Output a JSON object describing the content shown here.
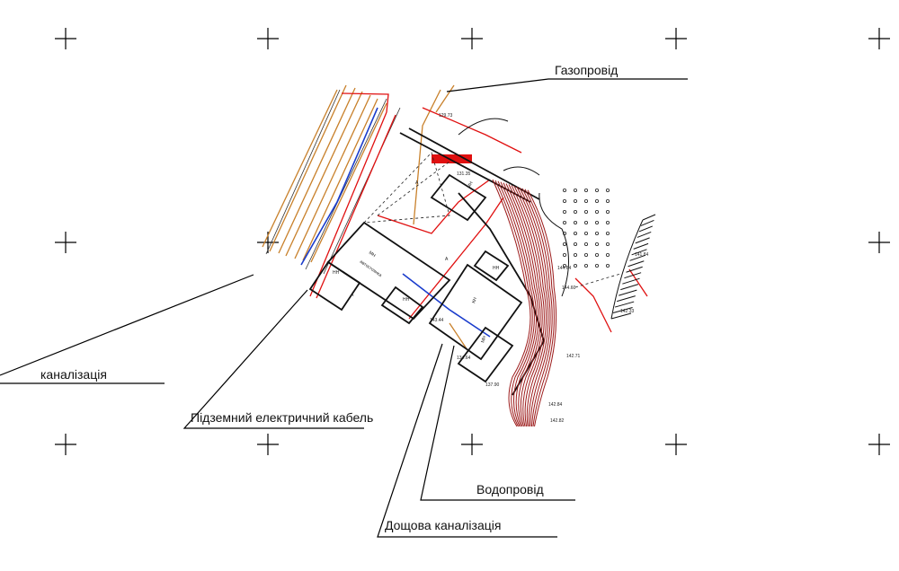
{
  "labels": {
    "gas": "Газопровід",
    "sewer": "каналізація",
    "cable": "Підземний електричний кабель",
    "water": "Водопровід",
    "storm": "Дощова каналізація"
  },
  "plan": {
    "parking_code": "МН",
    "parking_name": "автостоянка",
    "building_codes": [
      "НН",
      "НН",
      "МН",
      "КН",
      "МН",
      "НН",
      "А",
      "А",
      "А"
    ],
    "elevations": [
      "129.73",
      "131.35",
      "144.64",
      "144.60",
      "142.71",
      "142.84",
      "142.82",
      "141.84",
      "142.33",
      "137.90",
      "134.64",
      "143.44"
    ]
  },
  "colors": {
    "contour": "#9c1a1a",
    "red_line": "#e01010",
    "gas_line": "#c8802a",
    "water_line": "#1a3ccc"
  }
}
